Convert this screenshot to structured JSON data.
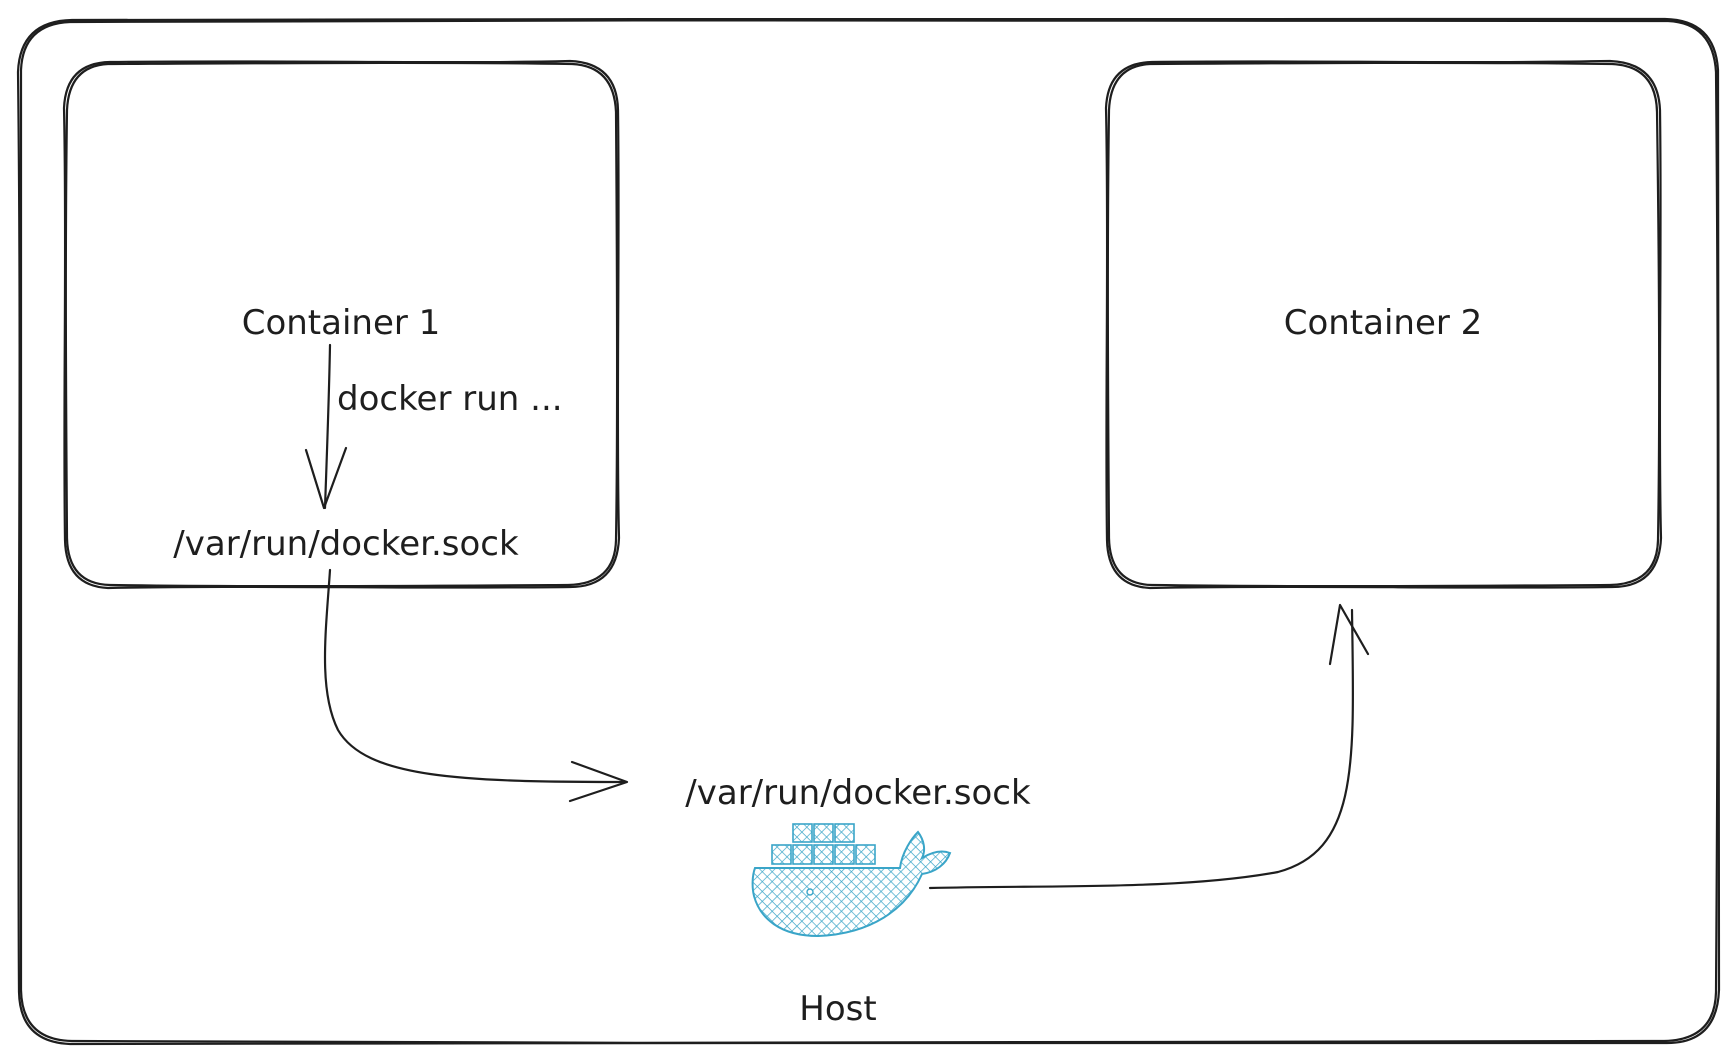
{
  "diagram": {
    "host_label": "Host",
    "container1": {
      "label": "Container 1",
      "command": "docker run ...",
      "socket": "/var/run/docker.sock"
    },
    "container2": {
      "label": "Container 2"
    },
    "host_socket": "/var/run/docker.sock",
    "icons": {
      "engine": "docker-whale-icon"
    },
    "colors": {
      "stroke": "#1e1e1e",
      "docker_blue": "#3aa5c8"
    }
  }
}
